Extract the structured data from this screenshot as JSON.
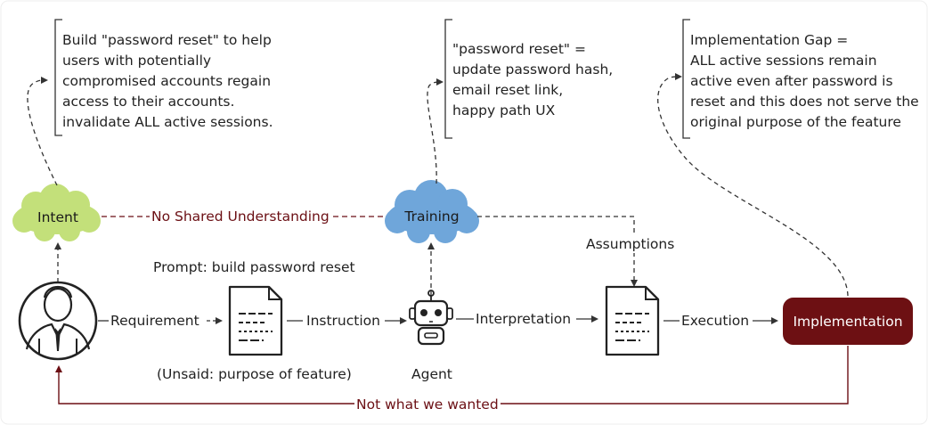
{
  "notes": {
    "intent": [
      "Build \"password reset\" to help",
      "users with potentially",
      "compromised accounts regain",
      "access to their accounts.",
      "invalidate ALL active sessions."
    ],
    "training": [
      "\"password reset\" =",
      "update password hash,",
      "email reset link,",
      "happy path UX"
    ],
    "gap": [
      "Implementation Gap =",
      "ALL active sessions remain",
      "active even after password is",
      "reset and this does not serve the",
      "original purpose of the feature"
    ]
  },
  "clouds": {
    "intent": "Intent",
    "training": "Training"
  },
  "labels": {
    "no_shared": "No Shared Understanding",
    "assumptions": "Assumptions",
    "prompt": "Prompt: build password reset",
    "requirement": "Requirement",
    "instruction": "Instruction",
    "interpretation": "Interpretation",
    "execution": "Execution",
    "unsaid": "(Unsaid: purpose of feature)",
    "agent": "Agent",
    "not_wanted": "Not what we wanted"
  },
  "implementation": "Implementation",
  "icons": {
    "user": "user-avatar-icon",
    "doc": "document-icon",
    "robot": "robot-agent-icon"
  },
  "colors": {
    "intent_cloud": "#c3e07a",
    "training_cloud": "#6fa6da",
    "implementation_fill": "#6d1013",
    "dark_red": "#6b0f14",
    "line": "#333333"
  }
}
